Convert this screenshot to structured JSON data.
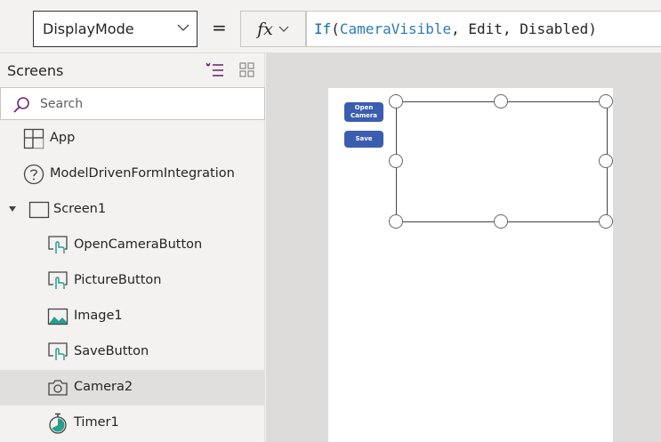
{
  "formula_bar": {
    "property": "DisplayMode",
    "equals": "=",
    "fx_label": "fx",
    "formula": {
      "fn": "If",
      "open": "(",
      "arg1": "CameraVisible",
      "rest": ", Edit, Disabled)"
    }
  },
  "tree": {
    "title": "Screens",
    "search_placeholder": "Search",
    "items": [
      {
        "label": "App",
        "icon": "app-icon"
      },
      {
        "label": "ModelDrivenFormIntegration",
        "icon": "help-circle-icon"
      },
      {
        "label": "Screen1",
        "icon": "screen-icon"
      },
      {
        "label": "OpenCameraButton",
        "icon": "button-touch-icon"
      },
      {
        "label": "PictureButton",
        "icon": "button-touch-icon"
      },
      {
        "label": "Image1",
        "icon": "image-icon"
      },
      {
        "label": "SaveButton",
        "icon": "button-touch-icon"
      },
      {
        "label": "Camera2",
        "icon": "camera-icon"
      },
      {
        "label": "Timer1",
        "icon": "timer-icon"
      }
    ]
  },
  "canvas": {
    "open_camera_label": "Open Camera",
    "save_label": "Save"
  },
  "colors": {
    "accent": "#742774",
    "teal": "#2a9d8f",
    "button_blue": "#3a5db0"
  }
}
